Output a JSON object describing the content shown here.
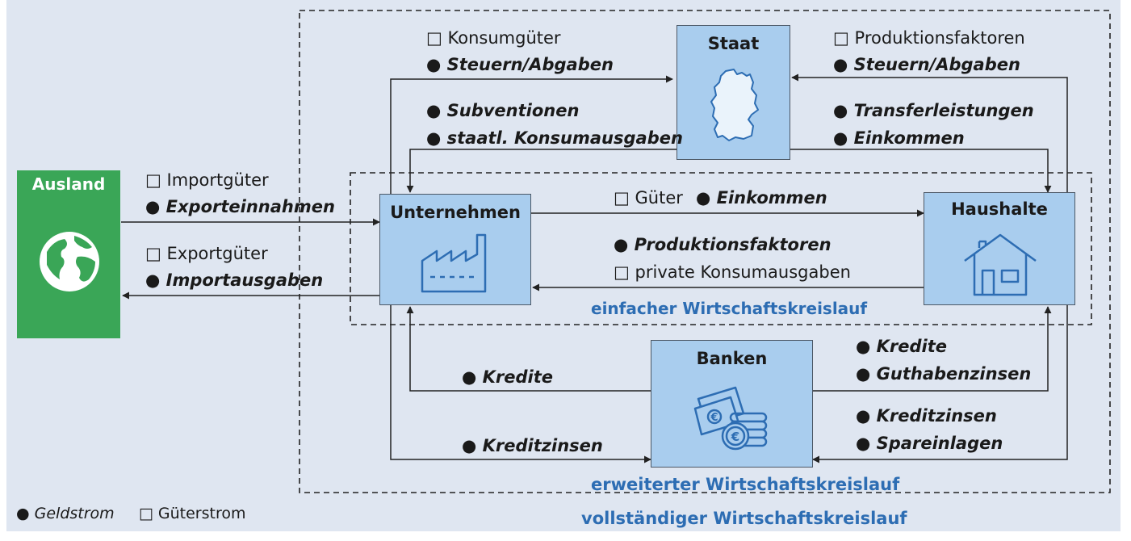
{
  "nodes": {
    "ausland": "Ausland",
    "staat": "Staat",
    "unternehmen": "Unternehmen",
    "haushalte": "Haushalte",
    "banken": "Banken"
  },
  "flows": {
    "konsumgueter": "Konsumgüter",
    "steuern_left": "Steuern/Abgaben",
    "subventionen": "Subventionen",
    "staatl_konsum": "staatl. Konsumausgaben",
    "produktionsfaktoren_top": "Produktionsfaktoren",
    "steuern_right": "Steuern/Abgaben",
    "transfer": "Transferleistungen",
    "einkommen_right": "Einkommen",
    "importgueter": "Importgüter",
    "exporteinnahmen": "Exporteinnahmen",
    "exportgueter": "Exportgüter",
    "importausgaben": "Importausgaben",
    "gueter": "Güter",
    "einkommen_mid": "Einkommen",
    "produktionsfaktoren_mid": "Produktionsfaktoren",
    "private_konsum": "private Konsumausgaben",
    "kredite_left": "Kredite",
    "kreditzinsen_left": "Kreditzinsen",
    "kredite_right": "Kredite",
    "guthabenzinsen": "Guthabenzinsen",
    "kreditzinsen_right": "Kreditzinsen",
    "spareinlagen": "Spareinlagen"
  },
  "captions": {
    "einfach": "einfacher Wirtschaftskreislauf",
    "erweitert": "erweiterter Wirtschaftskreislauf",
    "vollstaendig": "vollständiger Wirtschaftskreislauf"
  },
  "legend": {
    "money": "Geldstrom",
    "goods": "Güterstrom"
  },
  "markers": {
    "money": "●",
    "goods": "□"
  },
  "colors": {
    "box_fill": "#a9cdee",
    "ausland_fill": "#3aa657",
    "caption_blue": "#2d6db3",
    "background": "#dfe6f1"
  }
}
